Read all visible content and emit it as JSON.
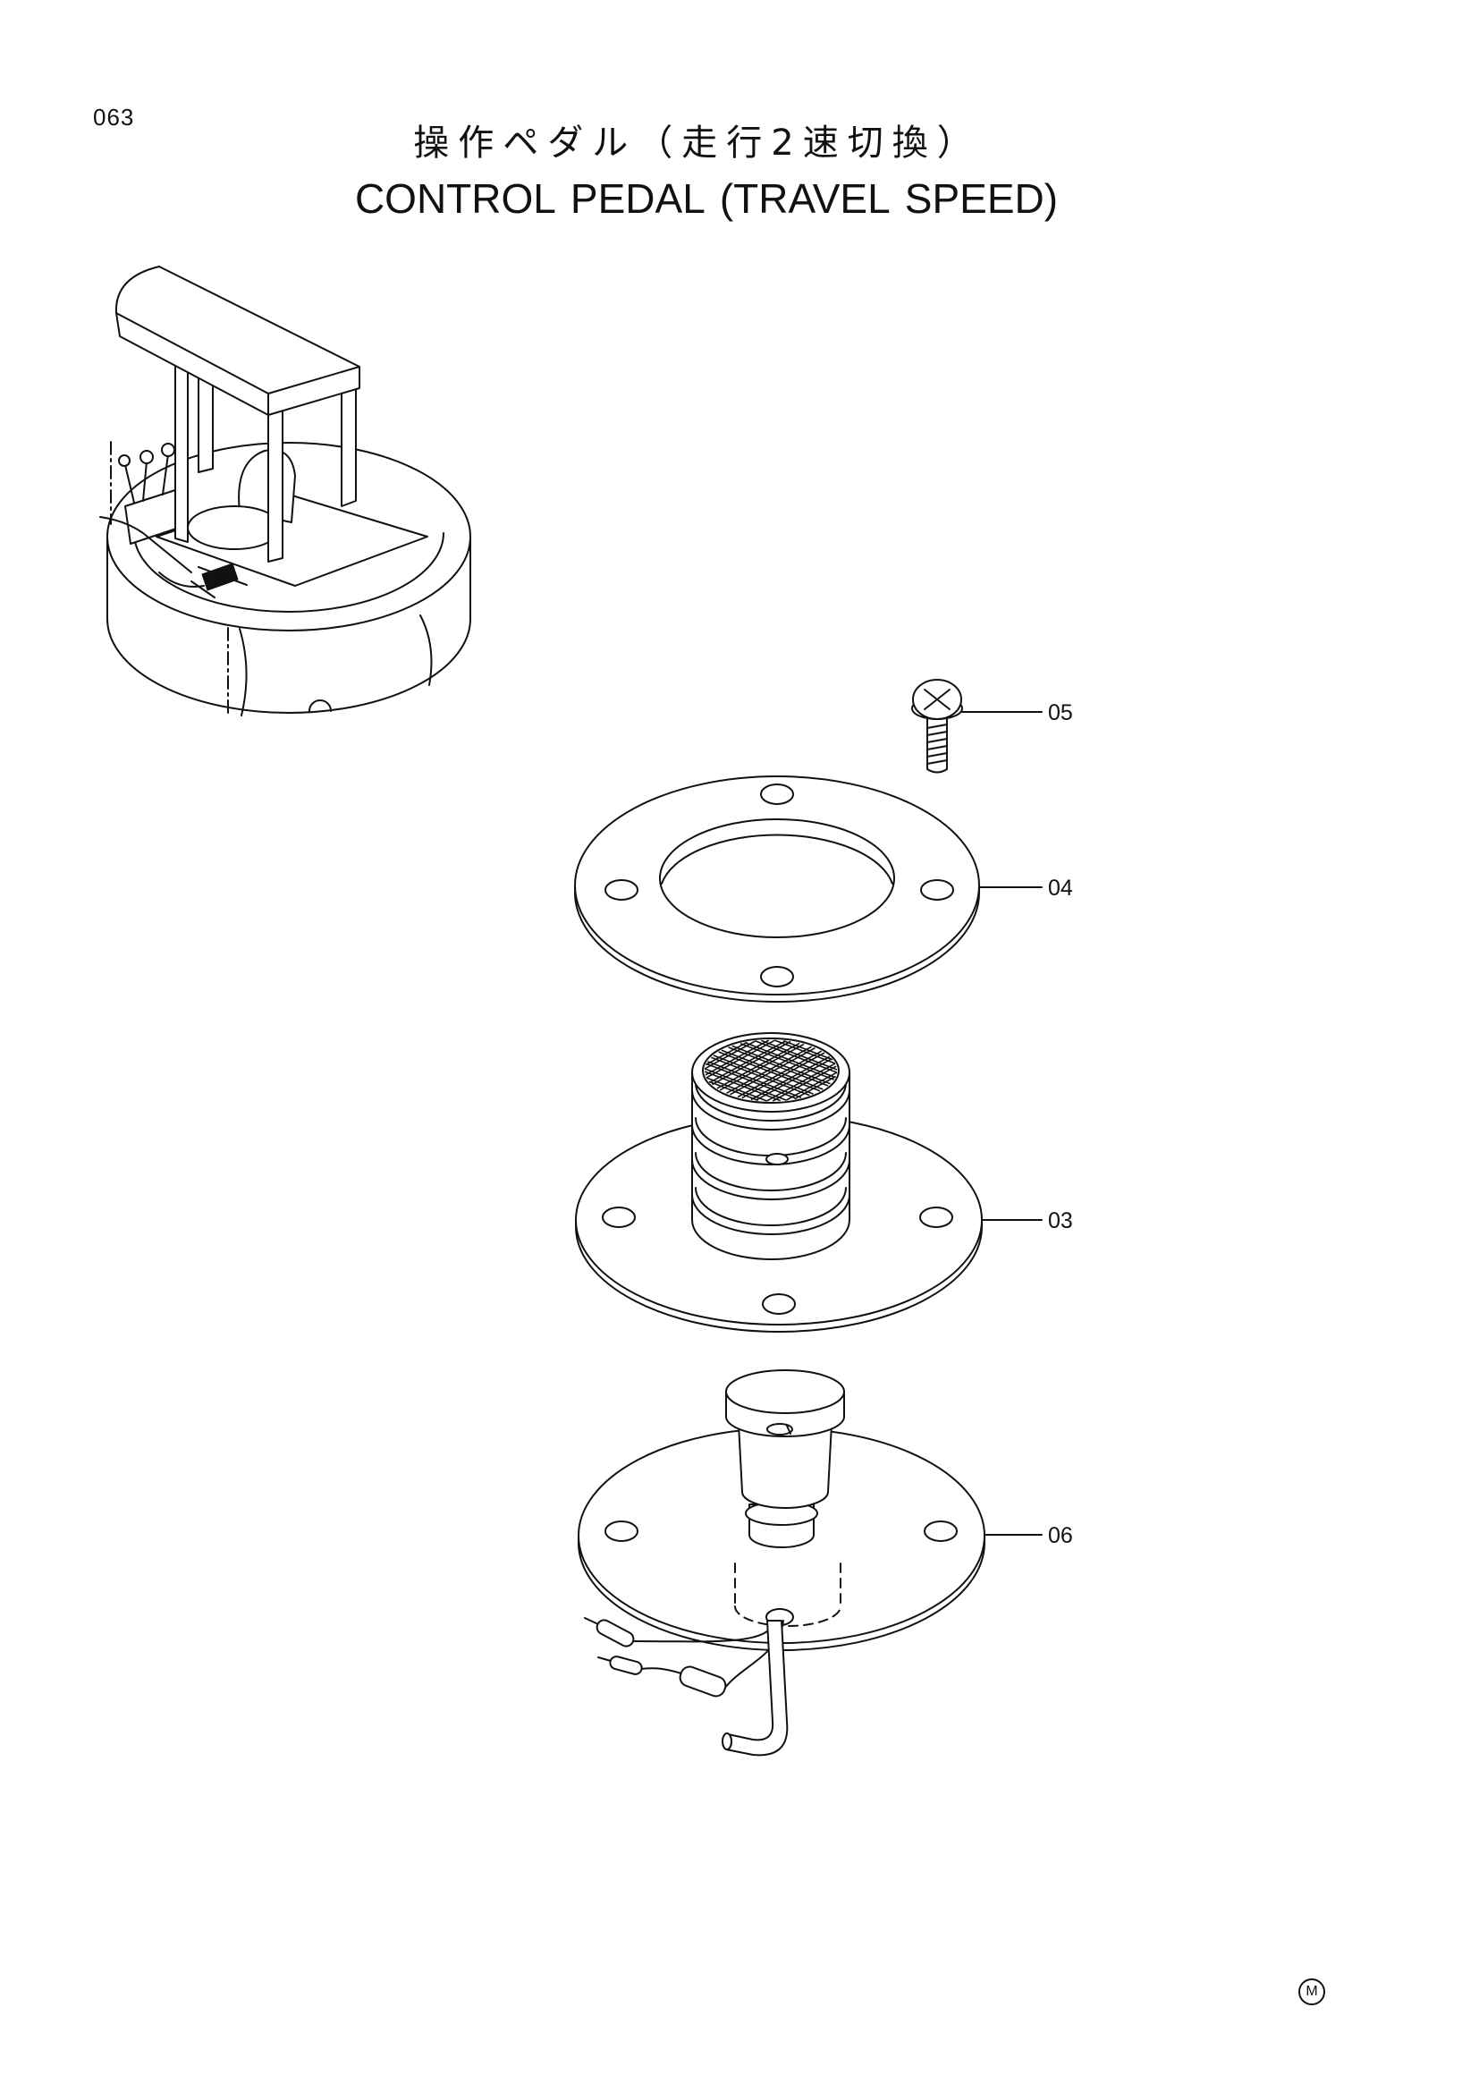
{
  "page_number": "063",
  "title": {
    "ja": "操作ペダル（走行2速切換）",
    "en": "CONTROL PEDAL (TRAVEL SPEED)"
  },
  "callouts": [
    "05",
    "04",
    "03",
    "06"
  ],
  "mark": "M"
}
